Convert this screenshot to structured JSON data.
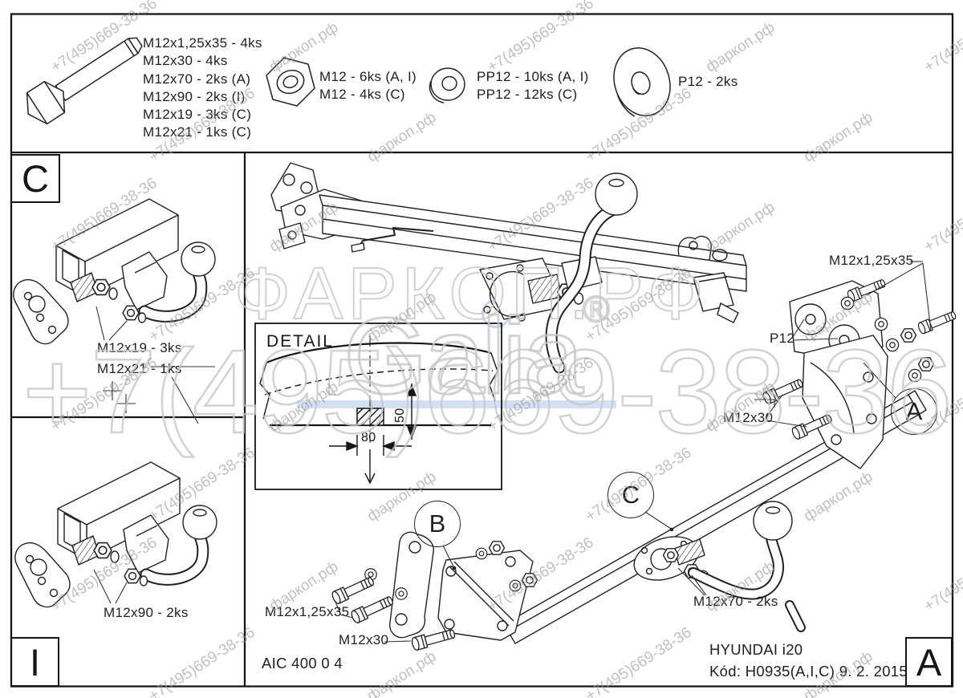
{
  "watermark": {
    "tile_texts": [
      "фаркоп.рф",
      "+7(495)669-38-36"
    ],
    "big_brand": "ФАРКОП.РФ",
    "big_phone": "+7(495)669-38-36",
    "logo_text": "Galia",
    "registered_mark": "®"
  },
  "colors": {
    "line": "#222222",
    "watermark_gray": "#9a9a9a",
    "highlight_blue": "#adc6ea"
  },
  "parts_strip": {
    "bolt_label_lines": [
      "M12x1,25x35 - 4ks",
      "M12x30 - 4ks",
      "M12x70 - 2ks (A)",
      "M12x90 - 2ks (I)",
      "M12x19 - 3ks (C)",
      "M12x21 - 1ks (C)"
    ],
    "nut_label_lines": [
      "M12 - 6ks (A, I)",
      "M12 - 4ks (C)"
    ],
    "spring_washer_label_lines": [
      "PP12 - 10ks (A, I)",
      "PP12 - 12ks (C)"
    ],
    "plate_washer_label": "P12 - 2ks"
  },
  "panel_c": {
    "corner_label": "C",
    "label_line1": "M12x19 - 3ks",
    "label_line2": "M12x21 - 1ks"
  },
  "panel_i": {
    "corner_label": "I",
    "label": "M12x90 - 2ks"
  },
  "detail_view": {
    "title": "DETAIL",
    "width_dim": "80",
    "height_dim": "50"
  },
  "callouts": {
    "a": "A",
    "b": "B",
    "c": "C"
  },
  "exploded_labels": {
    "right_bolt_long": "M12x1,25x35",
    "right_plate_washer": "P12",
    "right_bolt_short": "M12x30",
    "left_bolt_long": "M12x1,25x35",
    "left_bolt_short": "M12x30",
    "ball_bolts": "M12x70 - 2ks"
  },
  "title_block": {
    "doc_number": "AIC 400 0 4",
    "model": "HYUNDAI i20",
    "code_date": "Kód: H0935(A,I,C)  9. 2. 2015",
    "corner_label": "A"
  }
}
